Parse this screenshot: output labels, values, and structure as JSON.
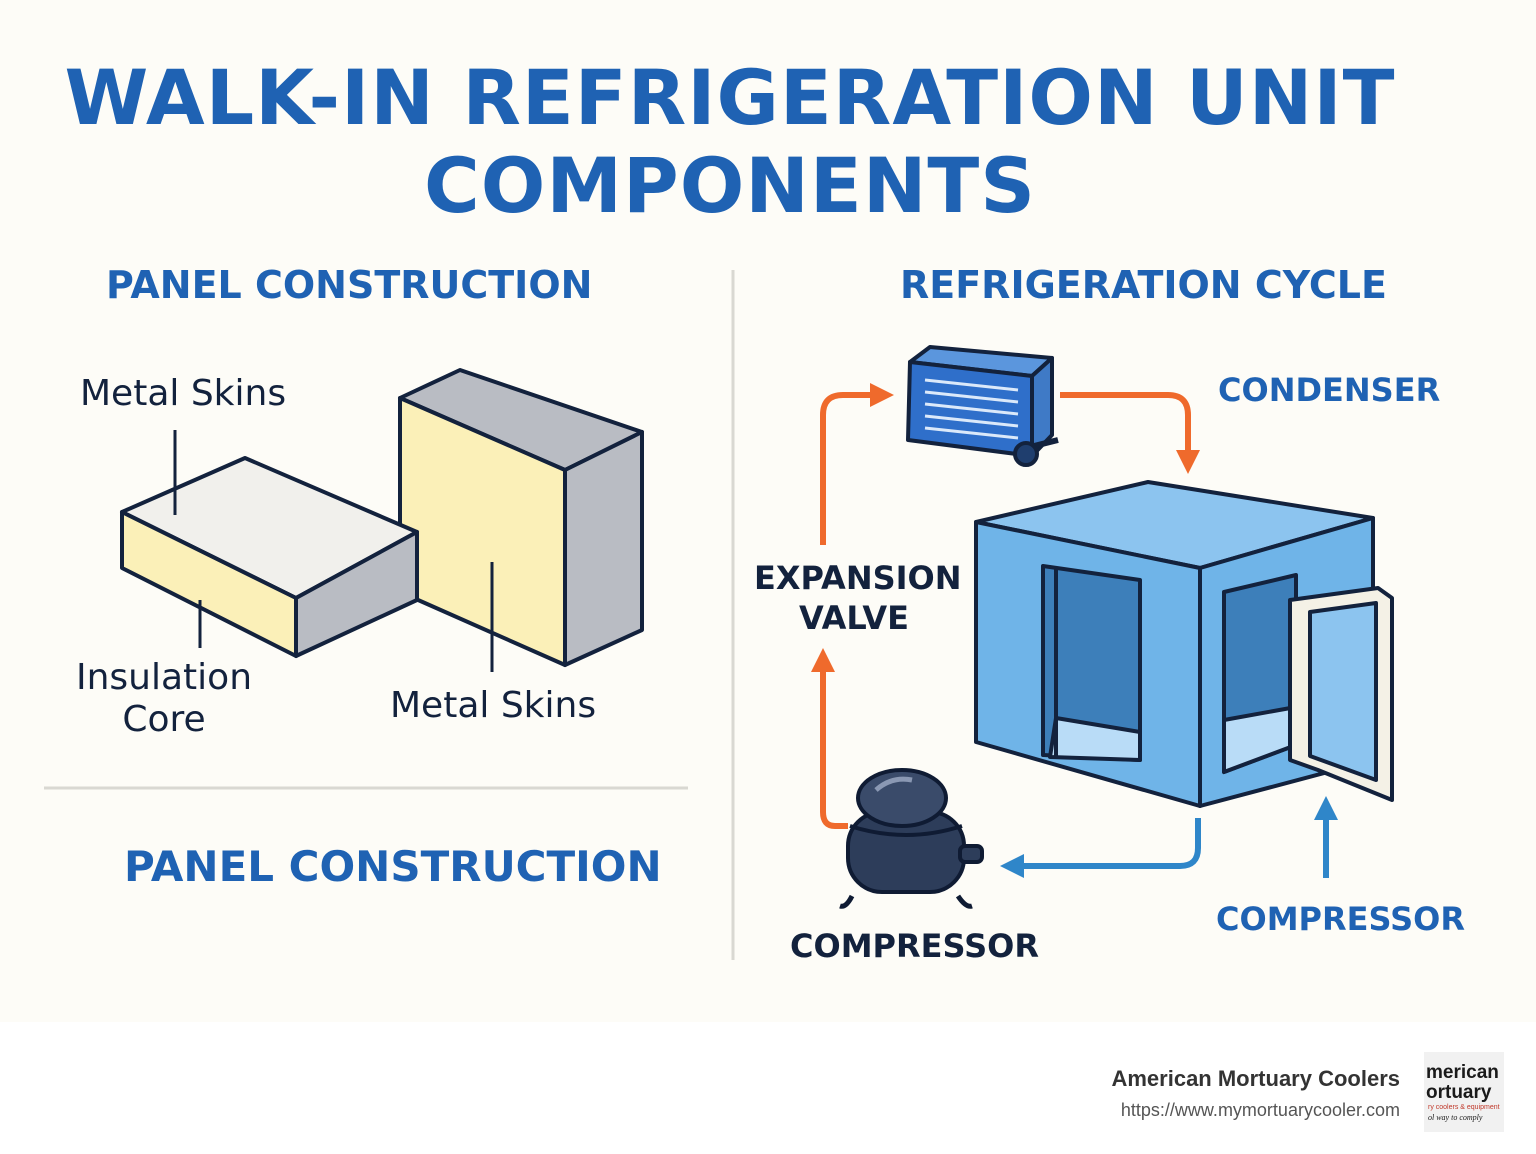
{
  "title": {
    "line1": "WALK-IN REFRIGERATION UNIT",
    "line2": "COMPONENTS"
  },
  "panel": {
    "heading_top": "PANEL CONSTRUCTION",
    "heading_bottom": "PANEL CONSTRUCTION",
    "label_metal_skins_top": "Metal Skins",
    "label_metal_skins_bottom": "Metal Skins",
    "label_insulation_line1": "Insulation",
    "label_insulation_line2": "Core"
  },
  "cycle": {
    "heading": "REFRIGERATION CYCLE",
    "label_condenser": "CONDENSER",
    "label_expansion_line1": "EXPANSION",
    "label_expansion_line2": "VALVE",
    "label_compressor_left": "COMPRESSOR",
    "label_compressor_right": "COMPRESSOR"
  },
  "footer": {
    "brand": "American Mortuary Coolers",
    "url": "https://www.mymortuarycooler.com",
    "logo_lines": [
      "merican",
      "ortuary",
      "ry coolers & equipment",
      "ol way to comply"
    ]
  },
  "colors": {
    "title_blue": "#1f62b3",
    "label_dark": "#13223d",
    "arrow_orange": "#ef6a2c",
    "arrow_blue": "#2f86c9",
    "cold_room_blue": "#6fb4e8",
    "insulation_yellow": "#fbf0b8",
    "metal_grey": "#b9bcc3",
    "background": "#fdfcf7"
  },
  "icons": [
    "condenser-icon",
    "compressor-icon",
    "cold-room-icon",
    "panel-icon"
  ]
}
